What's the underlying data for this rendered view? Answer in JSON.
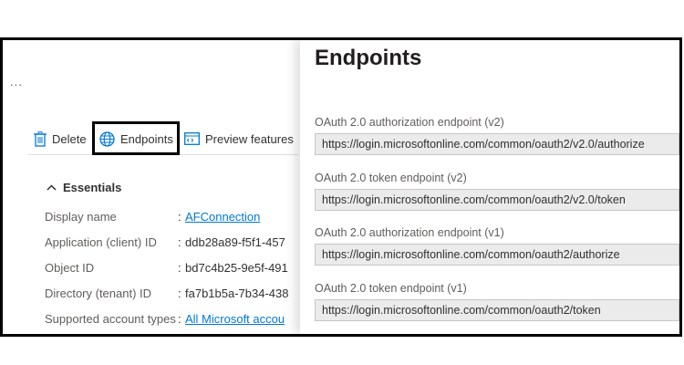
{
  "left": {
    "more_label": "...",
    "toolbar": {
      "delete": "Delete",
      "endpoints": "Endpoints",
      "preview": "Preview features"
    },
    "essentials_label": "Essentials",
    "rows": [
      {
        "key": "Display name",
        "value": "AFConnection",
        "link": true
      },
      {
        "key": "Application (client) ID",
        "value": "ddb28a89-f5f1-457",
        "link": false
      },
      {
        "key": "Object ID",
        "value": "bd7c4b25-9e5f-491",
        "link": false
      },
      {
        "key": "Directory (tenant) ID",
        "value": "fa7b1b5a-7b34-438",
        "link": false
      },
      {
        "key": "Supported account types",
        "value": "All Microsoft accou",
        "link": true
      }
    ],
    "colon": ":"
  },
  "panel": {
    "title": "Endpoints",
    "endpoints": [
      {
        "label": "OAuth 2.0 authorization endpoint (v2)",
        "value": "https://login.microsoftonline.com/common/oauth2/v2.0/authorize"
      },
      {
        "label": "OAuth 2.0 token endpoint (v2)",
        "value": "https://login.microsoftonline.com/common/oauth2/v2.0/token"
      },
      {
        "label": "OAuth 2.0 authorization endpoint (v1)",
        "value": "https://login.microsoftonline.com/common/oauth2/authorize"
      },
      {
        "label": "OAuth 2.0 token endpoint (v1)",
        "value": "https://login.microsoftonline.com/common/oauth2/token"
      }
    ]
  },
  "colors": {
    "accent": "#0078d4",
    "highlight_border": "#000000"
  }
}
